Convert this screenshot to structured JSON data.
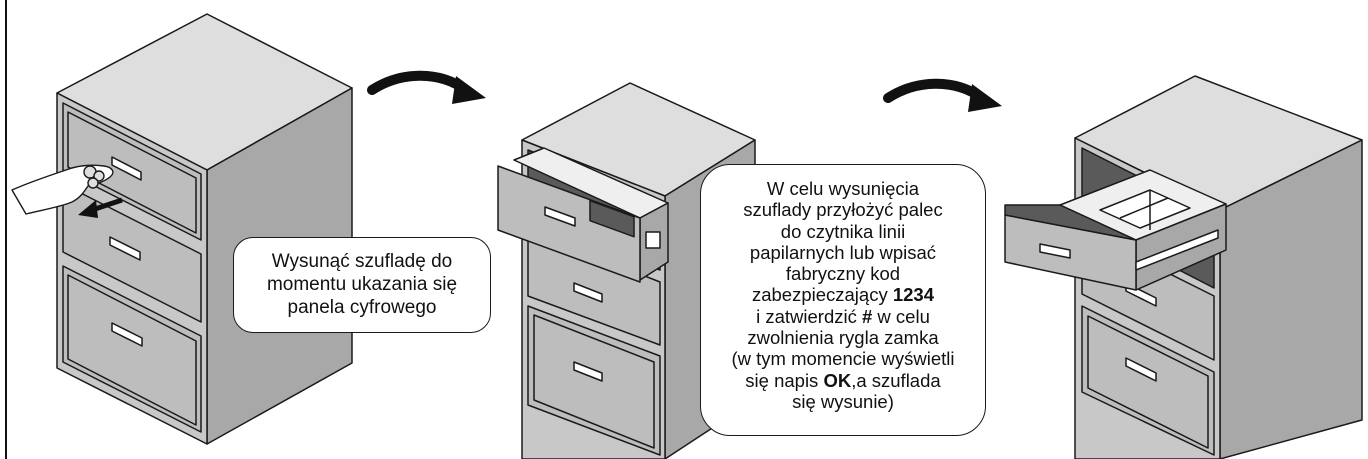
{
  "steps": [
    {
      "id": "step-1",
      "instruction": {
        "lines": [
          "Wysunąć szufladę do",
          "momentu ukazania się",
          "panela cyfrowego"
        ]
      }
    },
    {
      "id": "step-2",
      "instruction": {
        "line_1": "W celu wysunięcia",
        "line_2": "szuflady przyłożyć palec",
        "line_3": "do czytnika linii",
        "line_4": "papilarnych lub wpisać",
        "line_5": "fabryczny kod",
        "line_6_prefix": "zabezpieczający ",
        "code": "1234",
        "line_7_prefix": "i zatwierdzić ",
        "confirm_key": "#",
        "line_7_suffix": " w celu",
        "line_8": "zwolnienia rygla zamka",
        "line_9": "(w tym momencie wyświetli",
        "line_10_prefix": "się napis ",
        "ok_text": "OK",
        "line_10_suffix": ",a szuflada",
        "line_11": "się wysunie)"
      }
    },
    {
      "id": "step-3"
    }
  ],
  "colors": {
    "outline": "#1a1a1a",
    "cabinet_top": "#dedede",
    "cabinet_side": "#a8a8a8",
    "cabinet_front": "#c8c8c8",
    "drawer_face": "#bdbdbd",
    "drawer_inner": "#efefef",
    "dark_strip": "#5a5a5a"
  },
  "icons": [
    "curved-arrow-icon",
    "hand-icon",
    "pull-arrow-icon",
    "keypad-icon"
  ]
}
